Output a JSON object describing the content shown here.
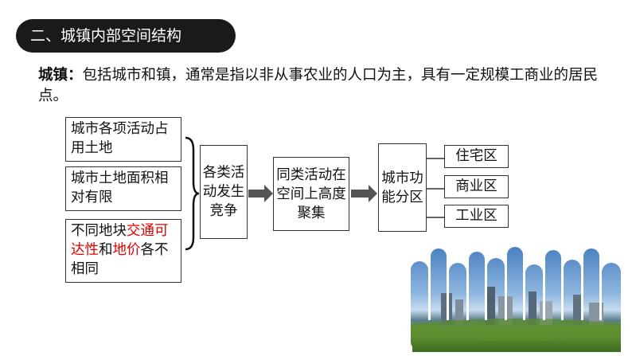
{
  "section_title": "二、城镇内部空间结构",
  "definition": {
    "term": "城镇：",
    "text": "包括城市和镇，通常是指以非从事农业的人口为主，具有一定规模工商业的居民点。"
  },
  "causes": {
    "c1": "城市各项活动占用土地",
    "c2": "城市土地面积相对有限",
    "c3": {
      "p1": "不同地块",
      "p2": "交通可达性",
      "p3": "和",
      "p4": "地价",
      "p5": "各不相同"
    }
  },
  "step_compete": "各类活动发生竞争",
  "step_cluster": "同类活动在空间上高度聚集",
  "step_zones": "城市功能分区",
  "zones": [
    "住宅区",
    "商业区",
    "工业区"
  ],
  "colors": {
    "highlight": "#e00000",
    "title_bg": "#1a1a1a",
    "arrow": "#555555"
  }
}
